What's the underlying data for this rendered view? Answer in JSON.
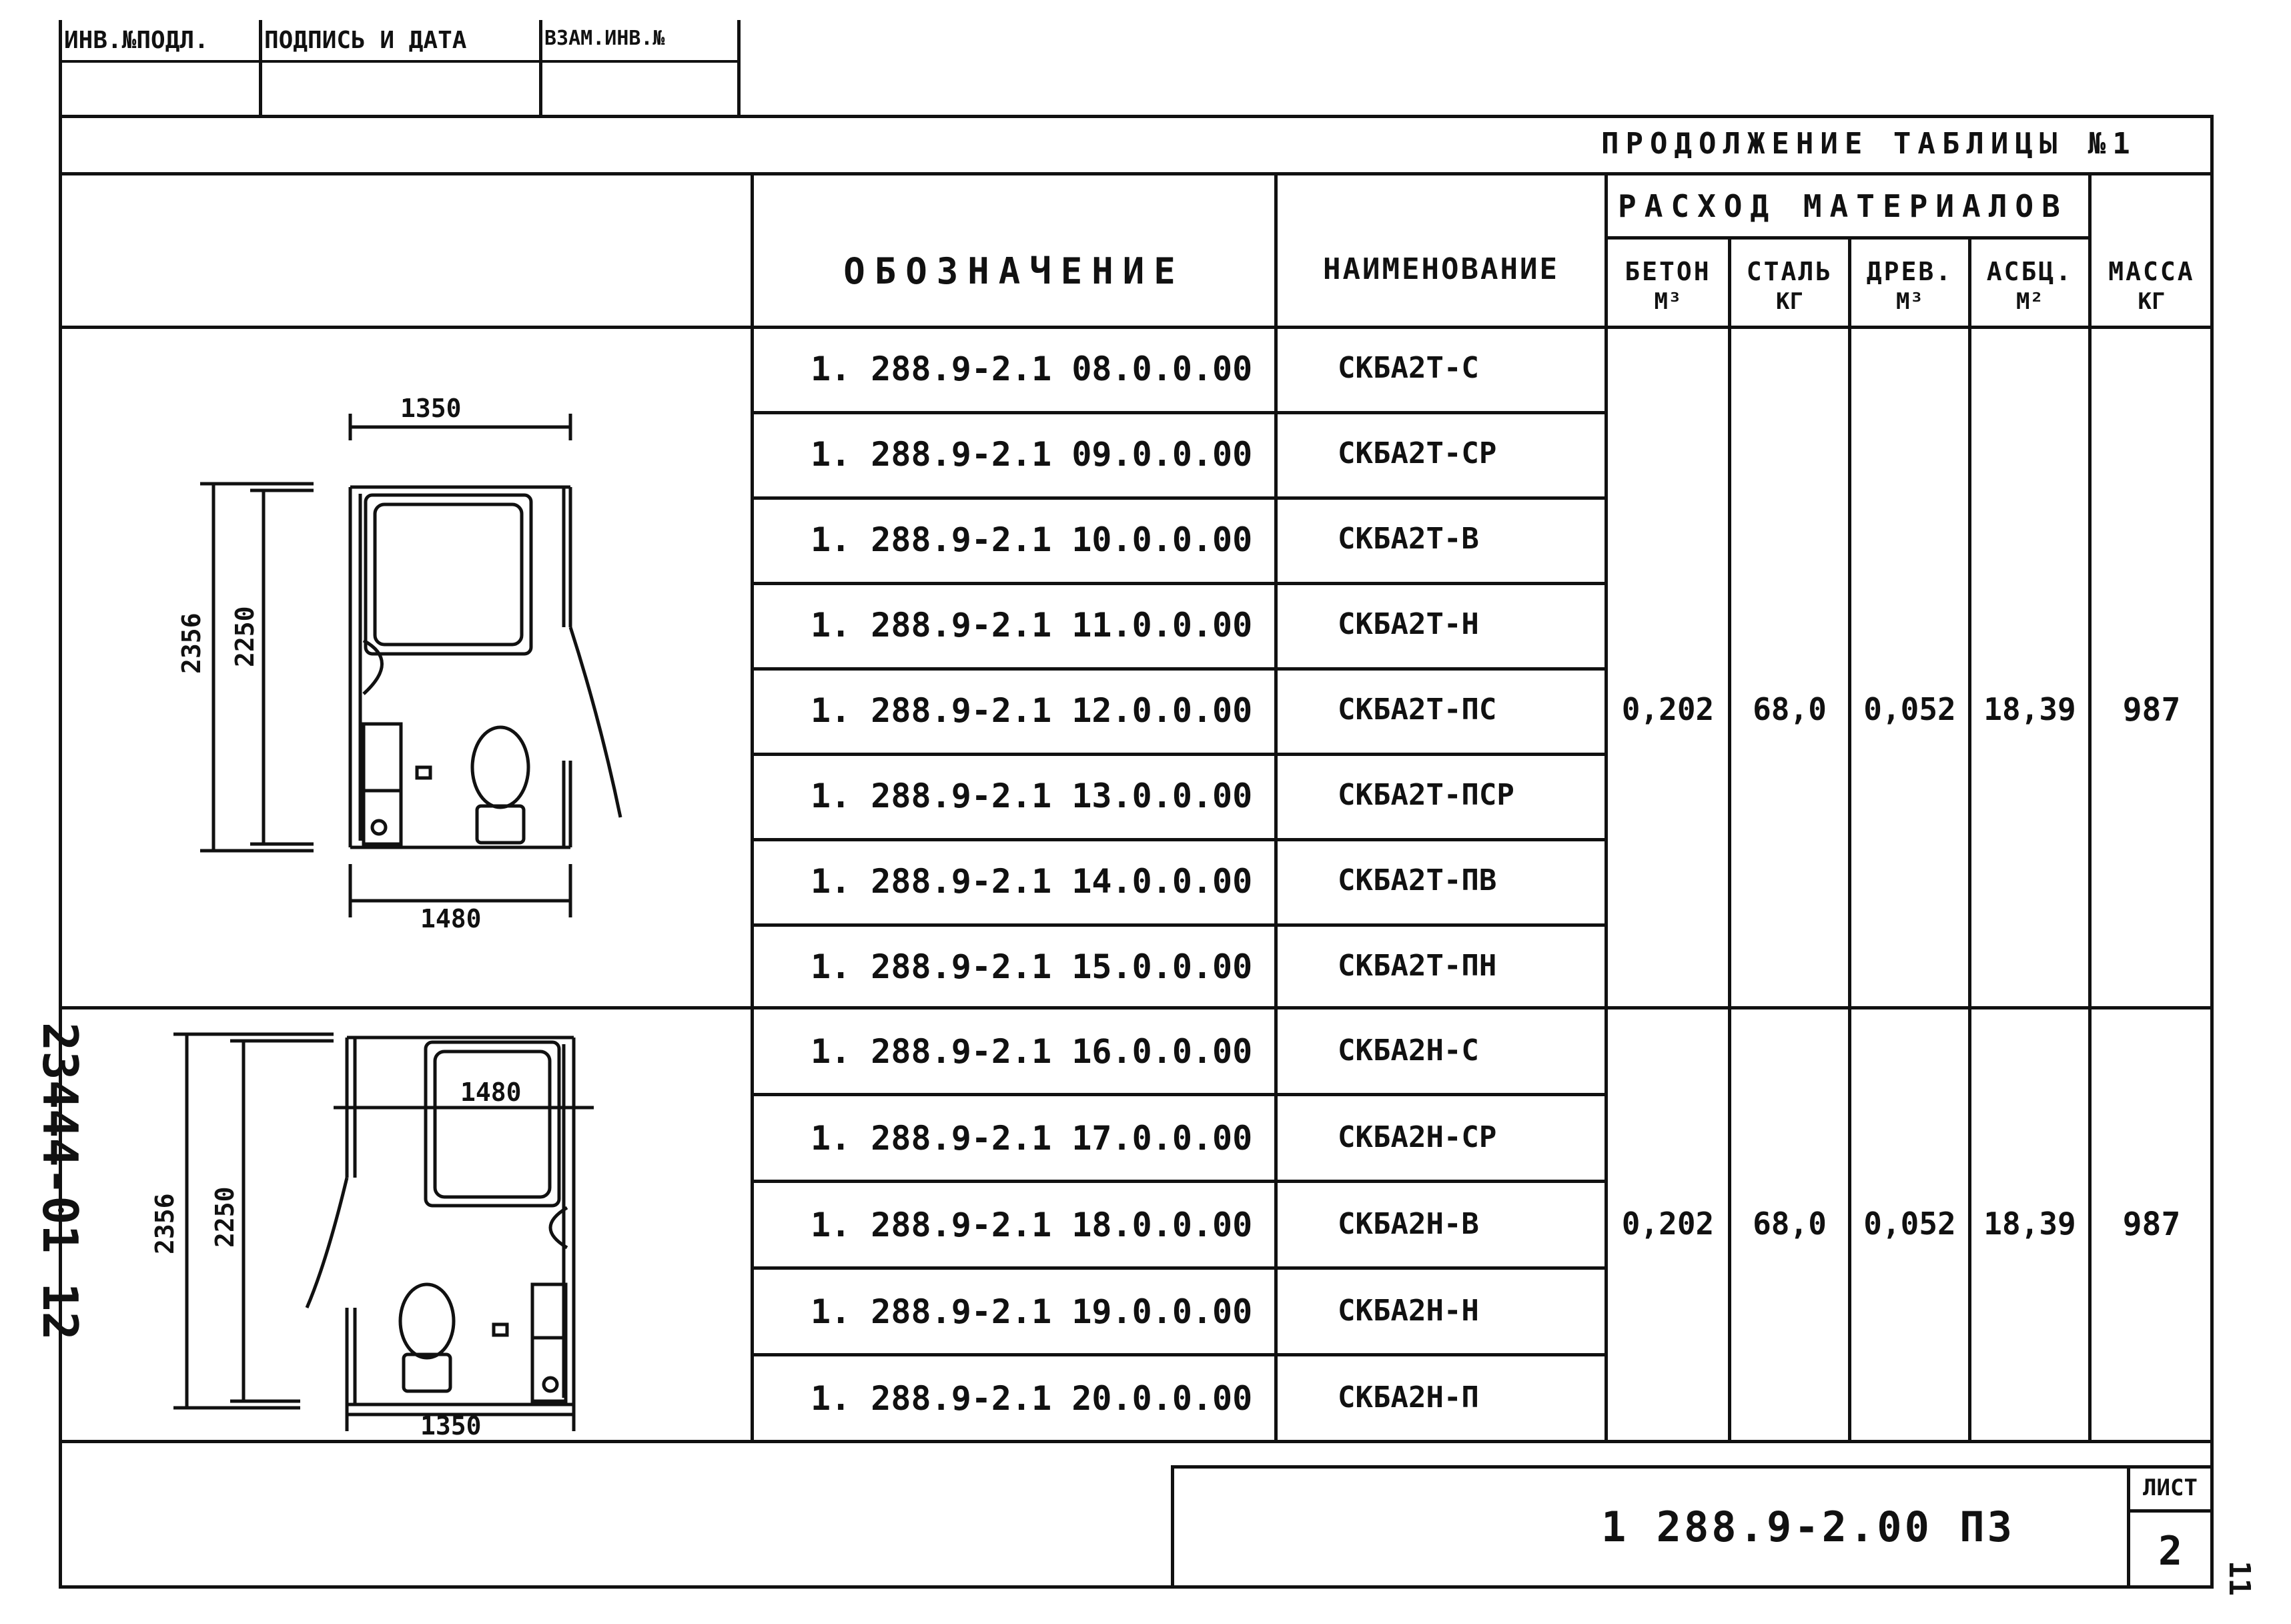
{
  "stamp": {
    "inv_podl": "ИНВ.№ПОДЛ.",
    "podpis_data": "ПОДПИСЬ И ДАТА",
    "vzam_inv": "ВЗАМ.ИНВ.№"
  },
  "table_caption": "ПРОДОЛЖЕНИЕ ТАБЛИЦЫ №1",
  "headers": {
    "oboznachenie": "ОБОЗНАЧЕНИЕ",
    "naimenovanie": "НАИМЕНОВАНИЕ",
    "rashod": "РАСХОД МАТЕРИАЛОВ",
    "beton": "БЕТОН",
    "beton_unit": "М³",
    "stal": "СТАЛЬ",
    "stal_unit": "КГ",
    "drev": "ДРЕВ.",
    "drev_unit": "М³",
    "asbc": "АСБЦ.",
    "asbc_unit": "М²",
    "massa": "МАССА",
    "massa_unit": "КГ"
  },
  "group1": {
    "rows": [
      {
        "code": "1. 288.9-2.1 08.0.0.00",
        "name": "СКБА2Т-С"
      },
      {
        "code": "1. 288.9-2.1 09.0.0.00",
        "name": "СКБА2Т-СР"
      },
      {
        "code": "1. 288.9-2.1 10.0.0.00",
        "name": "СКБА2Т-В"
      },
      {
        "code": "1. 288.9-2.1 11.0.0.00",
        "name": "СКБА2Т-Н"
      },
      {
        "code": "1. 288.9-2.1 12.0.0.00",
        "name": "СКБА2Т-ПС"
      },
      {
        "code": "1. 288.9-2.1 13.0.0.00",
        "name": "СКБА2Т-ПСР"
      },
      {
        "code": "1. 288.9-2.1 14.0.0.00",
        "name": "СКБА2Т-ПВ"
      },
      {
        "code": "1. 288.9-2.1 15.0.0.00",
        "name": "СКБА2Т-ПН"
      }
    ],
    "beton": "0,202",
    "stal": "68,0",
    "drev": "0,052",
    "asbc": "18,39",
    "massa": "987",
    "dims": {
      "top": "1350",
      "bottom": "1480",
      "outer": "2356",
      "inner": "2250"
    }
  },
  "group2": {
    "rows": [
      {
        "code": "1. 288.9-2.1 16.0.0.00",
        "name": "СКБА2Н-С"
      },
      {
        "code": "1. 288.9-2.1 17.0.0.00",
        "name": "СКБА2Н-СР"
      },
      {
        "code": "1. 288.9-2.1 18.0.0.00",
        "name": "СКБА2Н-В"
      },
      {
        "code": "1. 288.9-2.1 19.0.0.00",
        "name": "СКБА2Н-Н"
      },
      {
        "code": "1. 288.9-2.1 20.0.0.00",
        "name": "СКБА2Н-П"
      }
    ],
    "beton": "0,202",
    "stal": "68,0",
    "drev": "0,052",
    "asbc": "18,39",
    "massa": "987",
    "dims": {
      "top": "1480",
      "bottom": "1350",
      "outer": "2356",
      "inner": "2250"
    }
  },
  "title_block": {
    "doc_code": "1 288.9-2.00 ПЗ",
    "list_label": "ЛИСТ",
    "list_no": "2"
  },
  "side_number": "23444-01 12",
  "page_mark": "11"
}
